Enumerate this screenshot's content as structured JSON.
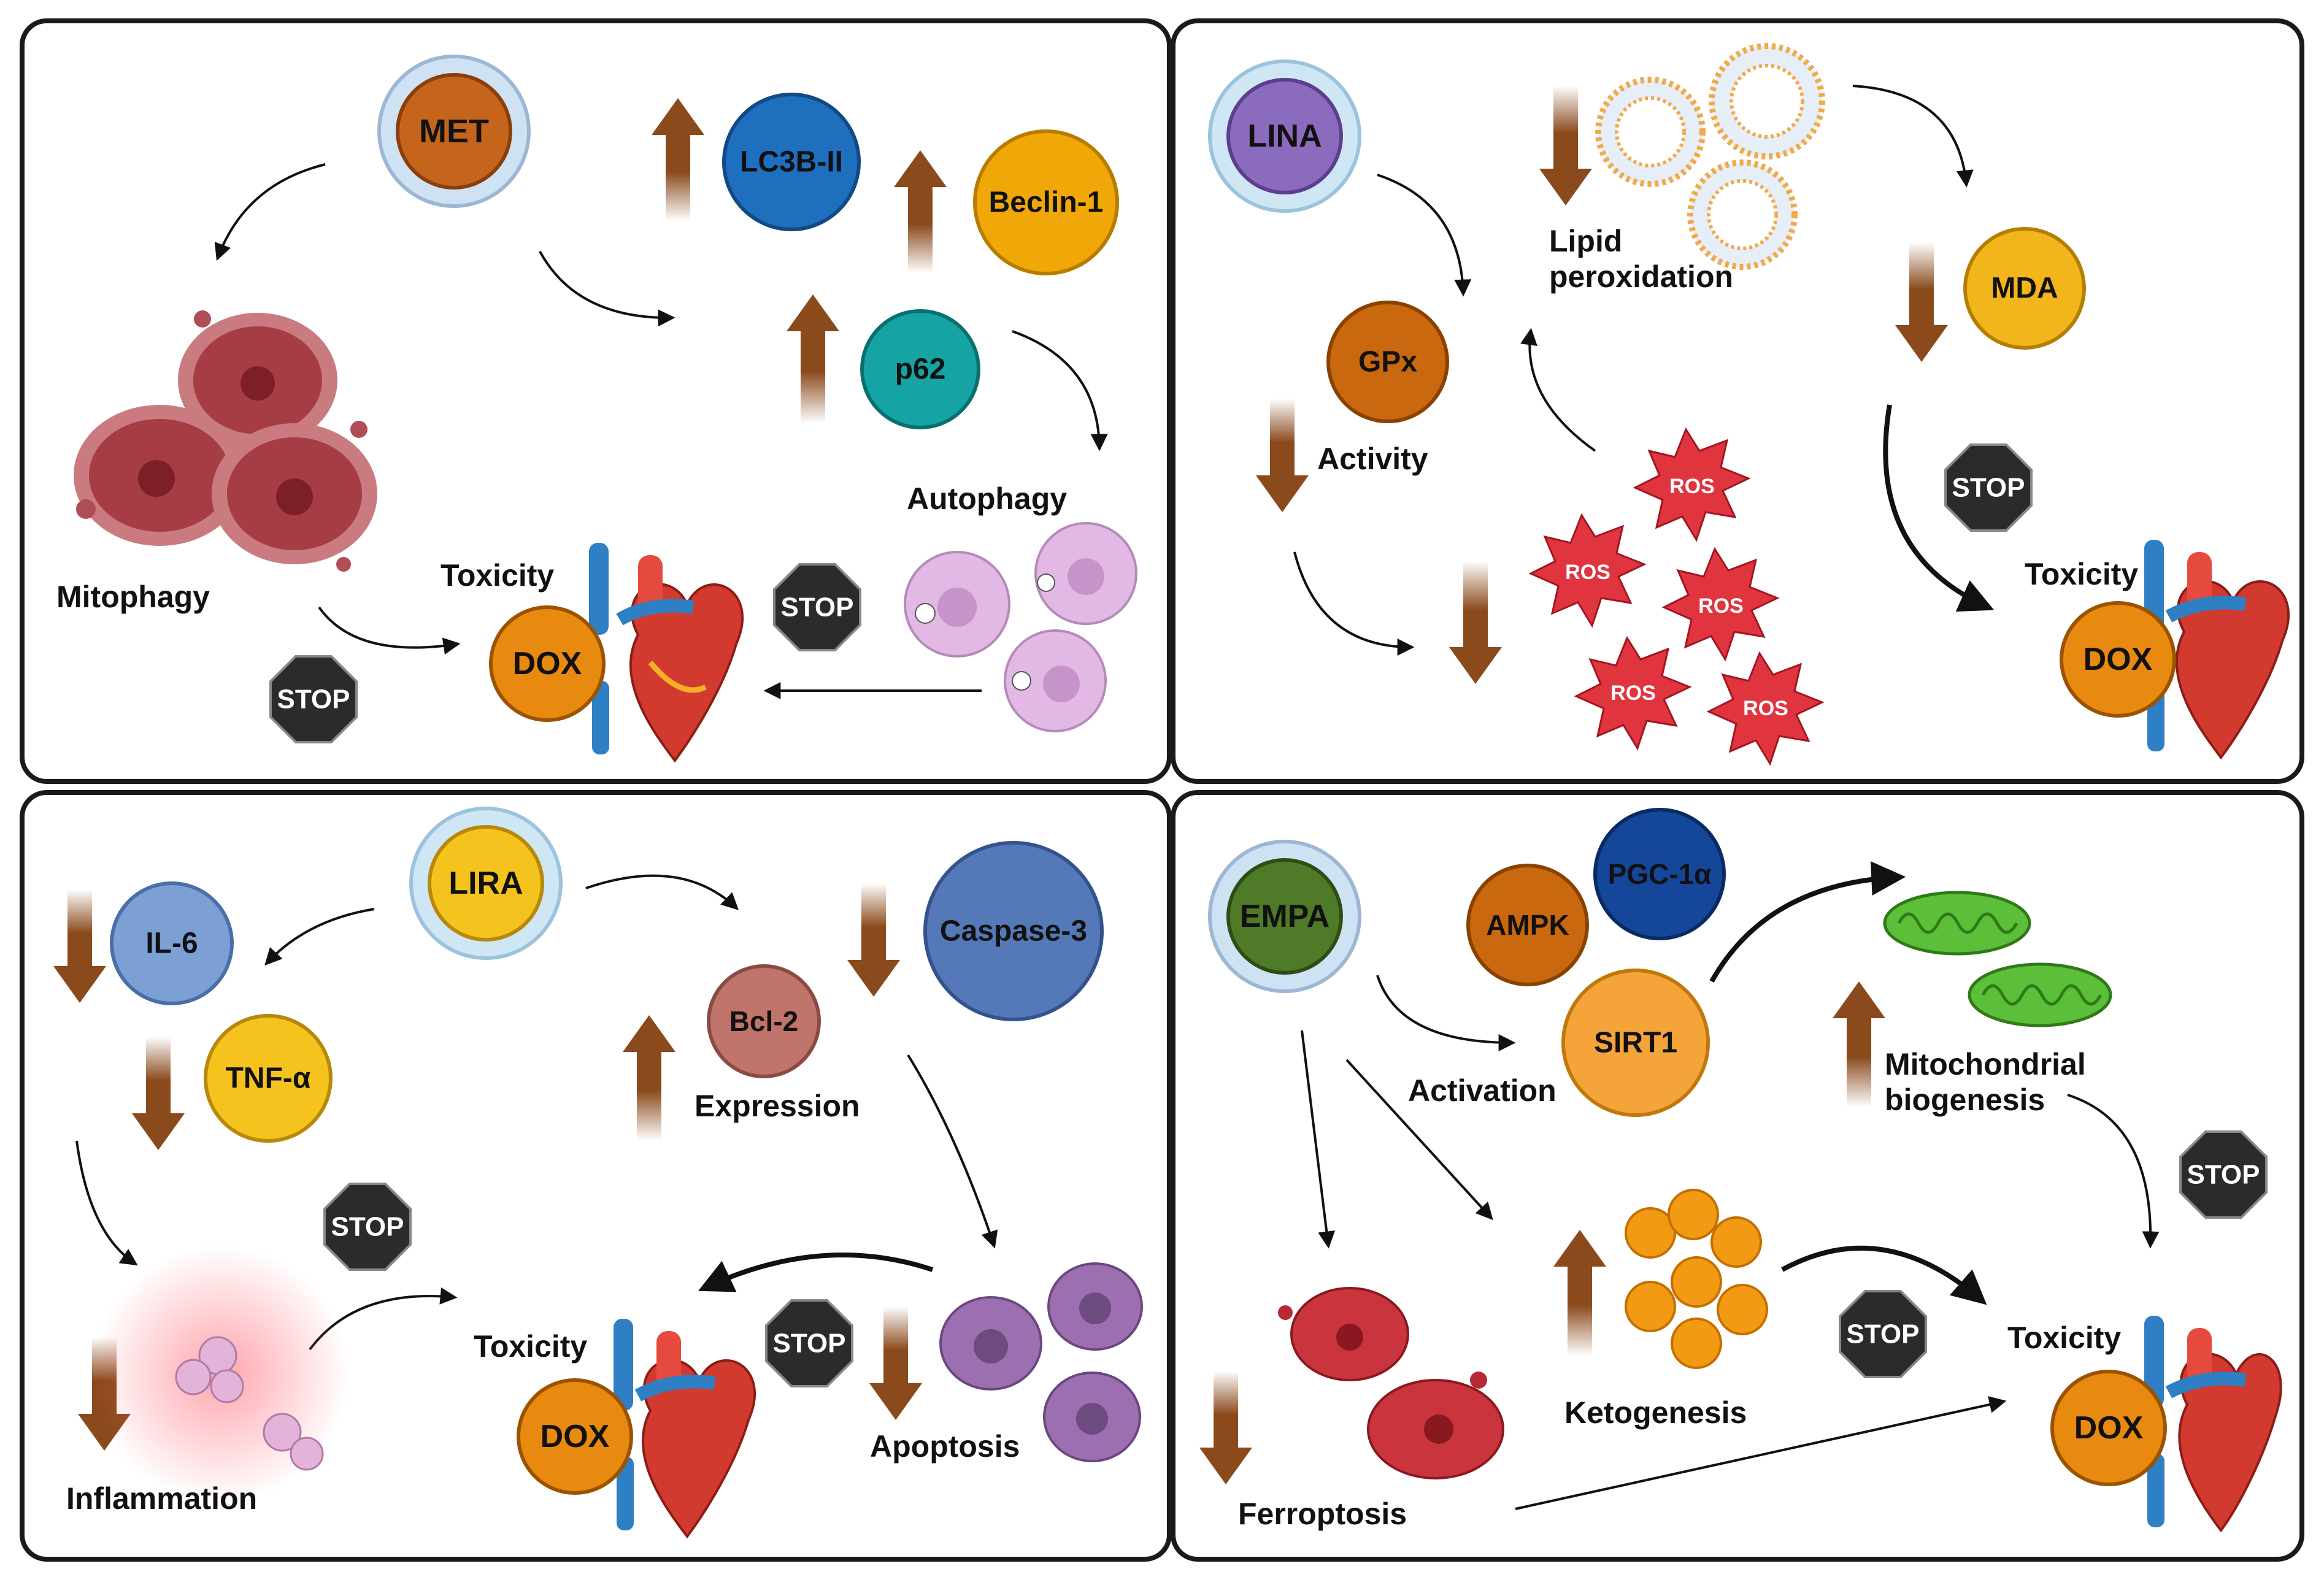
{
  "colors": {
    "brown_arrow": "#8a4a1c",
    "stop_fill": "#2b2b2b",
    "ros_red": "#e0343f",
    "dox_orange": "#e98a10",
    "heart_red": "#d23a30",
    "vessel_blue": "#2e7fc4"
  },
  "icons": [
    "drug-badge-icon",
    "up-arrow-icon",
    "down-arrow-icon",
    "stop-sign-icon",
    "heart-icon",
    "ros-starburst-icon",
    "liposome-icon",
    "mitochondrion-icon",
    "ketone-body-icon",
    "cell-icon"
  ],
  "panels": {
    "met": {
      "drug": "MET",
      "markers": {
        "lc3b": "LC3B-II",
        "beclin": "Beclin-1",
        "p62": "p62"
      },
      "labels": {
        "mitophagy": "Mitophagy",
        "autophagy": "Autophagy",
        "toxicity": "Toxicity"
      },
      "dox": "DOX",
      "stop": "STOP"
    },
    "lina": {
      "drug": "LINA",
      "markers": {
        "gpx": "GPx",
        "mda": "MDA"
      },
      "labels": {
        "activity": "Activity",
        "lipid1": "Lipid",
        "lipid2": "peroxidation",
        "toxicity": "Toxicity"
      },
      "ros": [
        "ROS",
        "ROS",
        "ROS",
        "ROS",
        "ROS"
      ],
      "dox": "DOX",
      "stop": "STOP"
    },
    "lira": {
      "drug": "LIRA",
      "markers": {
        "il6": "IL-6",
        "tnf": "TNF-α",
        "bcl2": "Bcl-2",
        "caspase": "Caspase-3"
      },
      "labels": {
        "expression": "Expression",
        "inflammation": "Inflammation",
        "apoptosis": "Apoptosis",
        "toxicity": "Toxicity"
      },
      "dox": "DOX",
      "stop1": "STOP",
      "stop2": "STOP"
    },
    "empa": {
      "drug": "EMPA",
      "markers": {
        "pgc": "PGC-1α",
        "ampk": "AMPK",
        "sirt1": "SIRT1"
      },
      "labels": {
        "activation": "Activation",
        "mito1": "Mitochondrial",
        "mito2": "biogenesis",
        "ketogenesis": "Ketogenesis",
        "ferroptosis": "Ferroptosis",
        "toxicity": "Toxicity"
      },
      "dox": "DOX",
      "stop1": "STOP",
      "stop2": "STOP"
    }
  }
}
